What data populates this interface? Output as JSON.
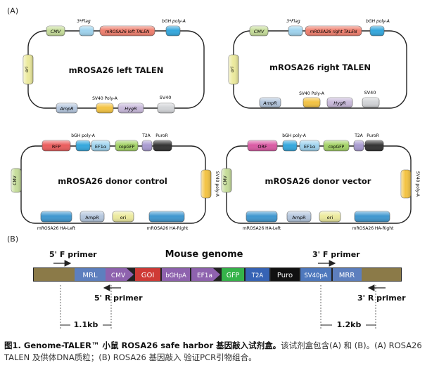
{
  "panel_a_label": "(A)",
  "panel_b_label": "(B)",
  "plasmids": {
    "left_talen": {
      "title": "mROSA26 left TALEN",
      "cmv": "CMV",
      "flag": "3*Flag",
      "talen": "mROSA26 left TALEN",
      "bgh": "bGH poly-A",
      "ori": "ori",
      "ampr": "AmpR",
      "sv40polya": "SV40 Poly-A",
      "hygr": "HygR",
      "sv40": "SV40"
    },
    "right_talen": {
      "title": "mROSA26 right TALEN",
      "cmv": "CMV",
      "flag": "3*Flag",
      "talen": "mROSA26 right TALEN",
      "bgh": "bGH poly-A",
      "ori": "ori",
      "ampr": "AmpR",
      "sv40polya": "SV40 Poly-A",
      "hygr": "HygR",
      "sv40": "SV40"
    },
    "donor_control": {
      "title": "mROSA26 donor control",
      "first": "RFP",
      "bgh": "bGH poly-A",
      "ef1a": "EF1α",
      "copgfp": "copGFP",
      "t2a": "T2A",
      "puror": "PuroR",
      "cmv": "CMV",
      "sv40polya": "SV40 poly-A",
      "haleft": "mROSA26 HA-Left",
      "ampr": "AmpR",
      "ori": "ori",
      "haright": "mROSA26 HA-Right"
    },
    "donor_vector": {
      "title": "mROSA26 donor vector",
      "first": "ORF",
      "bgh": "bGH poly-A",
      "ef1a": "EF1α",
      "copgfp": "copGFP",
      "t2a": "T2A",
      "puror": "PuroR",
      "cmv": "CMV",
      "sv40polya": "SV40 poly-A",
      "haleft": "mROSA26 HA-Left",
      "ampr": "AmpR",
      "ori": "ori",
      "haright": "mROSA26 HA-Right"
    }
  },
  "genome": {
    "title": "Mouse genome",
    "f5_primer": "5' F primer",
    "r5_primer": "5' R primer",
    "f3_primer": "3' F primer",
    "r3_primer": "3' R primer",
    "left_distance": "1.1kb",
    "right_distance": "1.2kb",
    "segments": {
      "mrl": "MRL",
      "cmv": "CMV",
      "goi": "GOI",
      "bghpa": "bGHpA",
      "ef1a": "EF1a",
      "gfp": "GFP",
      "t2a": "T2A",
      "puro": "Puro",
      "sv40pa": "SV40pA",
      "mrr": "MRR"
    }
  },
  "caption": {
    "bold": "图1. Genome-TALER™ 小鼠 ROSA26 safe harbor 基因敲入试剂盒。",
    "text": "该试剂盒包含(A) 和 (B)。(A) ROSA26 TALEN 及供体DNA质粒；(B) ROSA26 基因敲入 验证PCR引物组合。"
  },
  "colors": {
    "cmv": "#c6dd9a",
    "flag": "#9fd3ee",
    "talen": "#ef7f6e",
    "bgh": "#34a7dd",
    "ori": "#ecea9d",
    "ampr": "#b4c6dd",
    "sv40polya": "#f3c343",
    "hygr": "#c8b9da",
    "sv40": "#d2d4d7",
    "rfp": "#ea5d5d",
    "orf": "#d95aa3",
    "copgfp": "#a3d266",
    "t2a": "#a89bd0",
    "puror": "#333333",
    "ha": "#3f97cf",
    "genome_flank": "#8b7a48",
    "mrl": "#5d7fbe",
    "cmv_arrow": "#8e62ae",
    "goi": "#cf3a36",
    "bghpa": "#8e62ae",
    "gfp": "#35b34a",
    "t2a_b": "#3663b5",
    "puro": "#111111",
    "sv40pa": "#4e78bd",
    "mrr": "#5d7fbe"
  }
}
